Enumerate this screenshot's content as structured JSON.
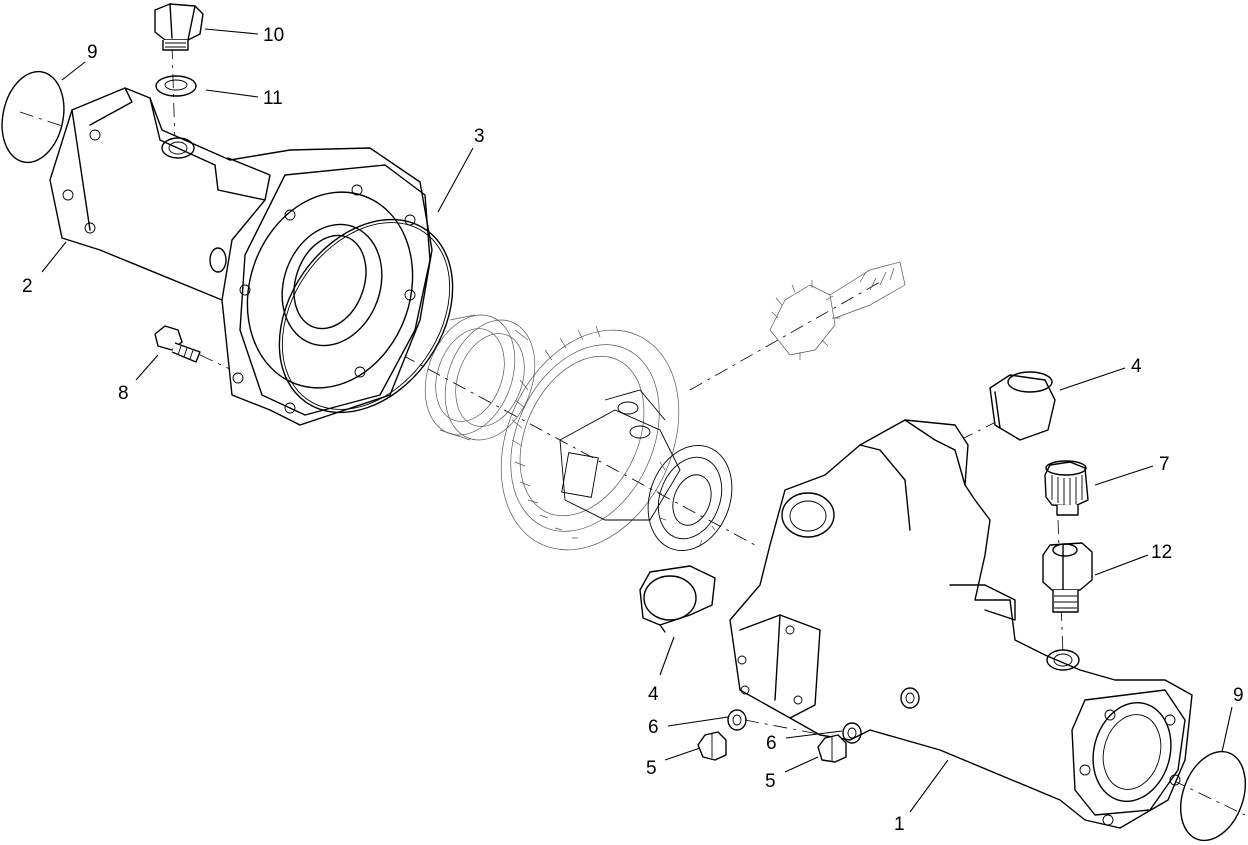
{
  "callouts": [
    {
      "id": "c-10",
      "label": "10"
    },
    {
      "id": "c-11",
      "label": "11"
    },
    {
      "id": "c-9a",
      "label": "9"
    },
    {
      "id": "c-3",
      "label": "3"
    },
    {
      "id": "c-2",
      "label": "2"
    },
    {
      "id": "c-8",
      "label": "8"
    },
    {
      "id": "c-4a",
      "label": "4"
    },
    {
      "id": "c-7",
      "label": "7"
    },
    {
      "id": "c-12",
      "label": "12"
    },
    {
      "id": "c-4b",
      "label": "4"
    },
    {
      "id": "c-6a",
      "label": "6"
    },
    {
      "id": "c-6b",
      "label": "6"
    },
    {
      "id": "c-5a",
      "label": "5"
    },
    {
      "id": "c-5b",
      "label": "5"
    },
    {
      "id": "c-9b",
      "label": "9"
    },
    {
      "id": "c-1",
      "label": "1"
    }
  ]
}
